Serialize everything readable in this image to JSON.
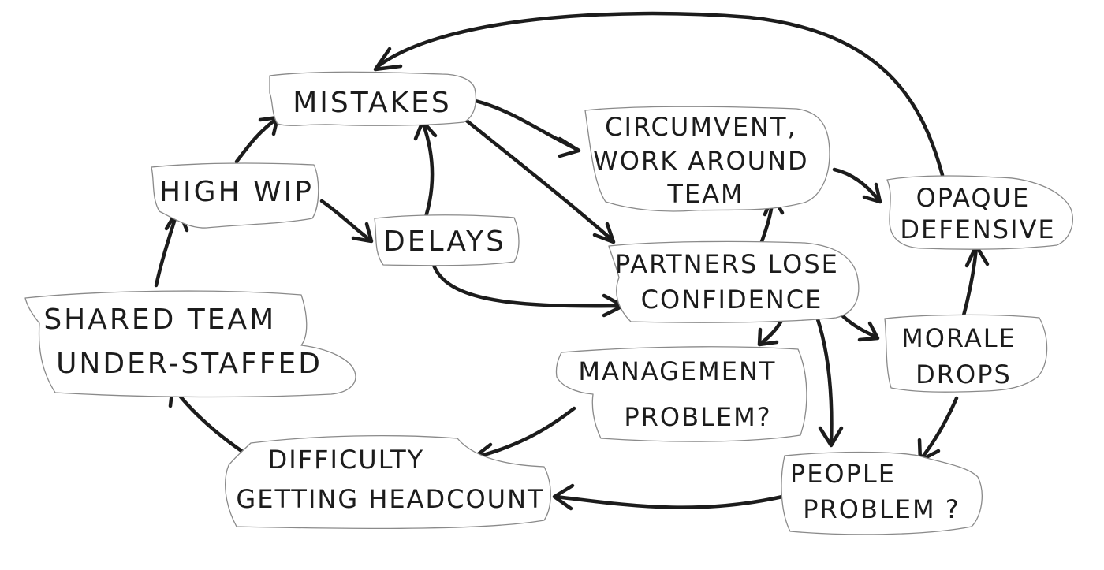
{
  "nodes": {
    "mistakes": {
      "lines": [
        "MISTAKES"
      ]
    },
    "circumvent": {
      "lines": [
        "CIRCUMVENT,",
        "WORK AROUND",
        "TEAM"
      ]
    },
    "opaque": {
      "lines": [
        "OPAQUE",
        "DEFENSIVE"
      ]
    },
    "high_wip": {
      "lines": [
        "HIGH WIP"
      ]
    },
    "delays": {
      "lines": [
        "DELAYS"
      ]
    },
    "partners": {
      "lines": [
        "PARTNERS LOSE",
        "CONFIDENCE"
      ]
    },
    "shared_team": {
      "lines": [
        "SHARED TEAM",
        "UNDER-STAFFED"
      ]
    },
    "management": {
      "lines": [
        "MANAGEMENT",
        "PROBLEM?"
      ]
    },
    "morale": {
      "lines": [
        "MORALE",
        "DROPS"
      ]
    },
    "difficulty": {
      "lines": [
        "DIFFICULTY",
        "GETTING HEADCOUNT"
      ]
    },
    "people": {
      "lines": [
        "PEOPLE",
        "PROBLEM ?"
      ]
    }
  }
}
